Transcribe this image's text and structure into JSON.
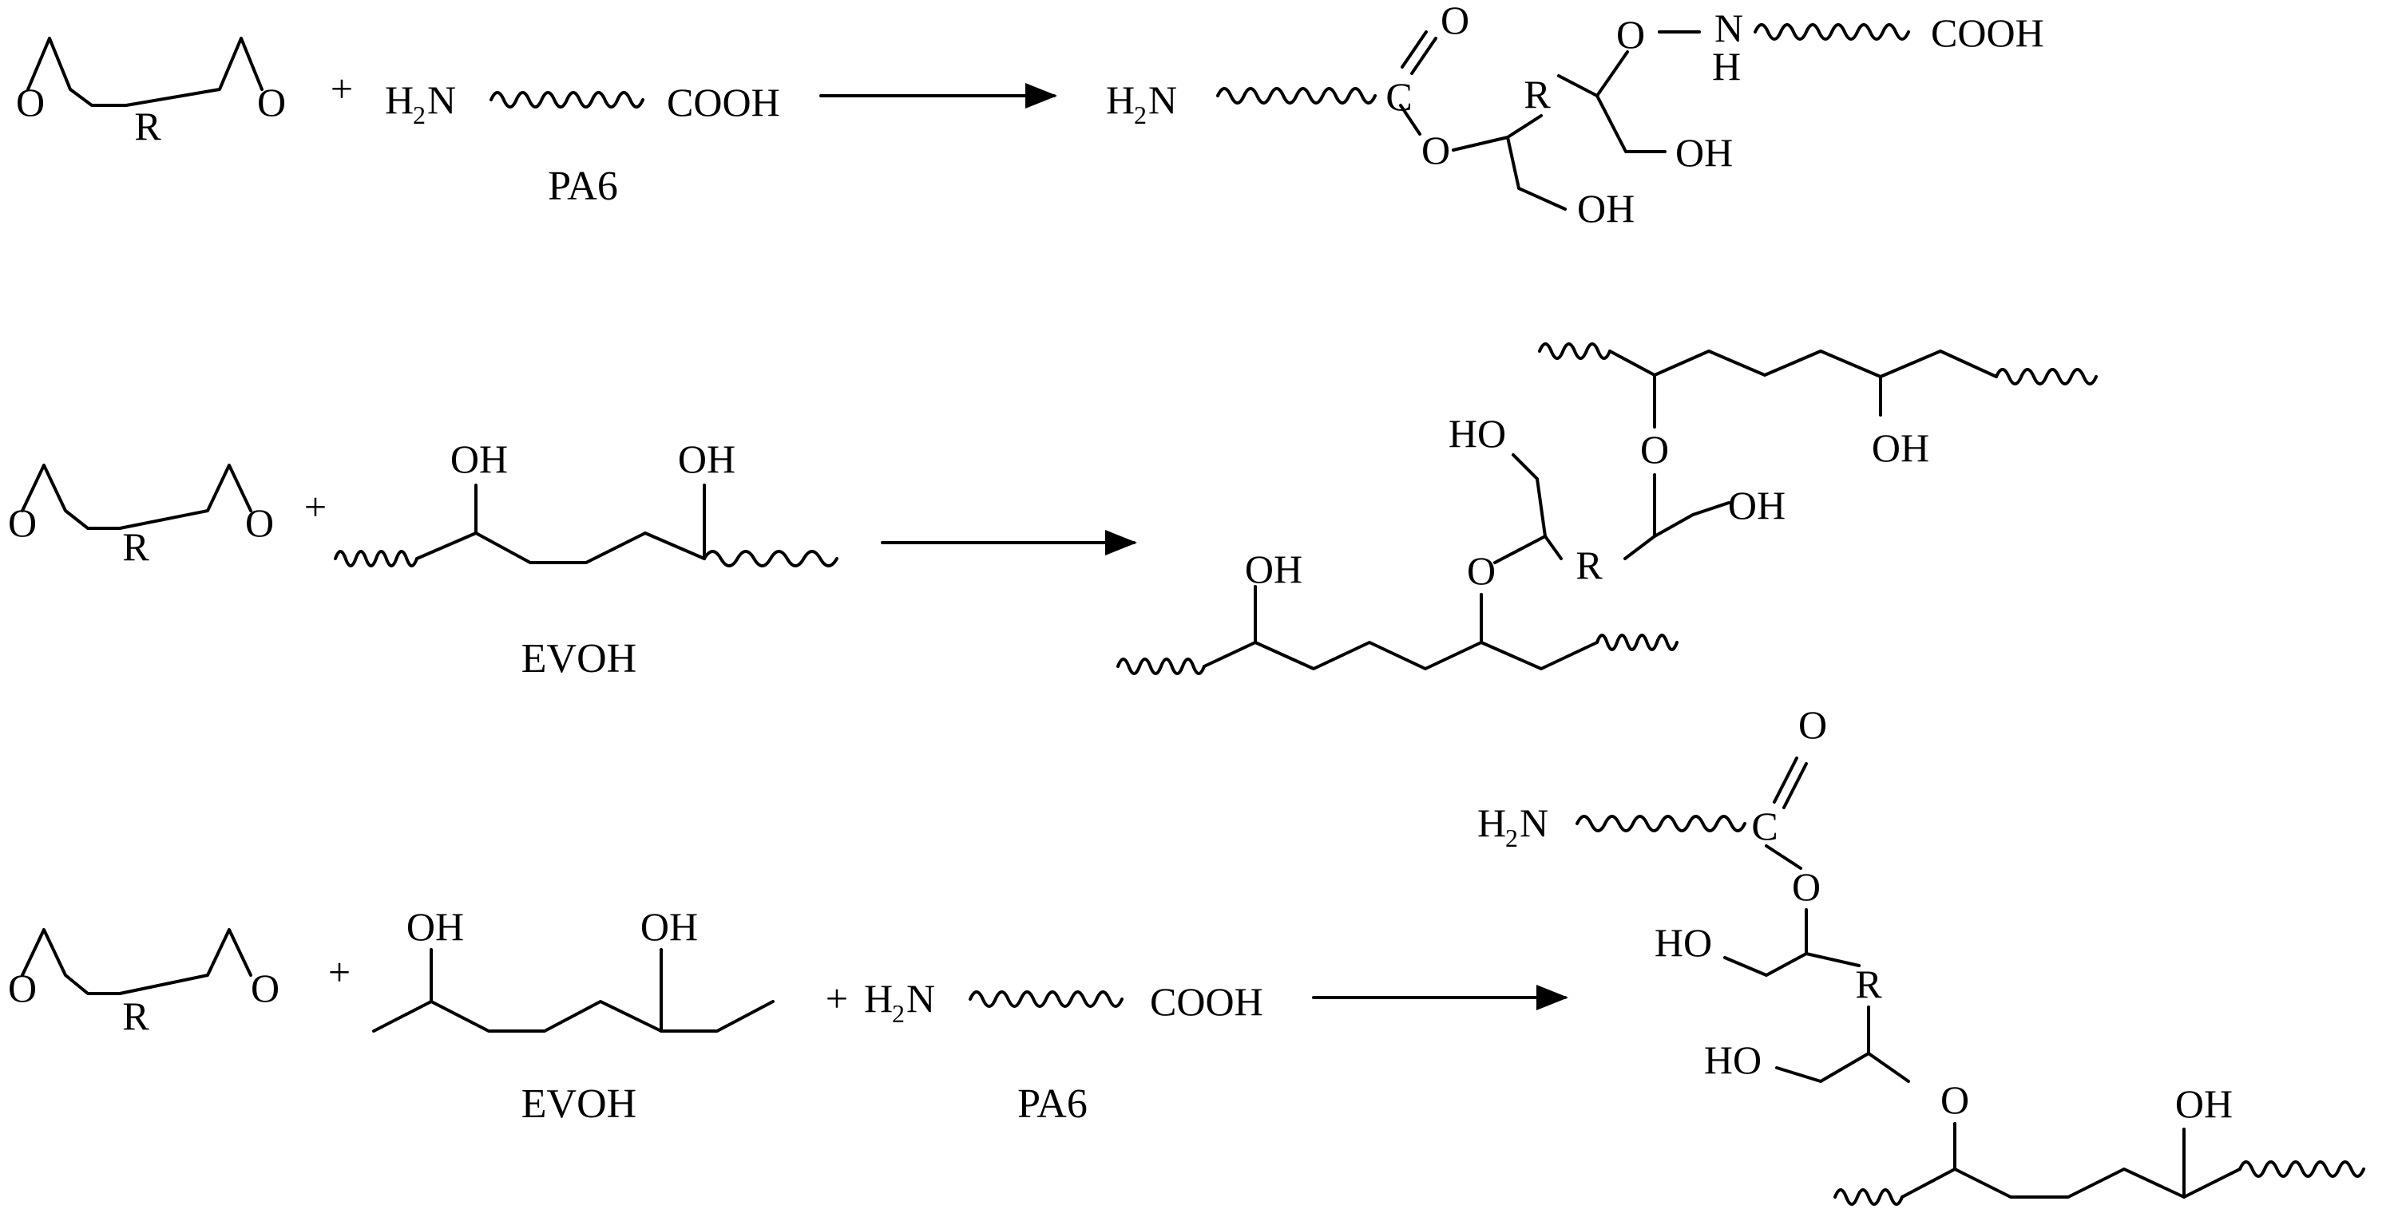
{
  "labels": {
    "oxygen": "O",
    "r_group": "R",
    "plus": "+",
    "hydrogen": "H",
    "amine_h": "H",
    "amine_sub": "2",
    "amine_n": "N",
    "nitrogen": "N",
    "carbon": "C",
    "carboxyl": "COOH",
    "hydroxyl": "OH",
    "hydroxyl_rev": "HO"
  },
  "captions": {
    "pa6": "PA6",
    "evoh": "EVOH"
  },
  "colors": {
    "ink": "#000000",
    "background": "#ffffff"
  }
}
